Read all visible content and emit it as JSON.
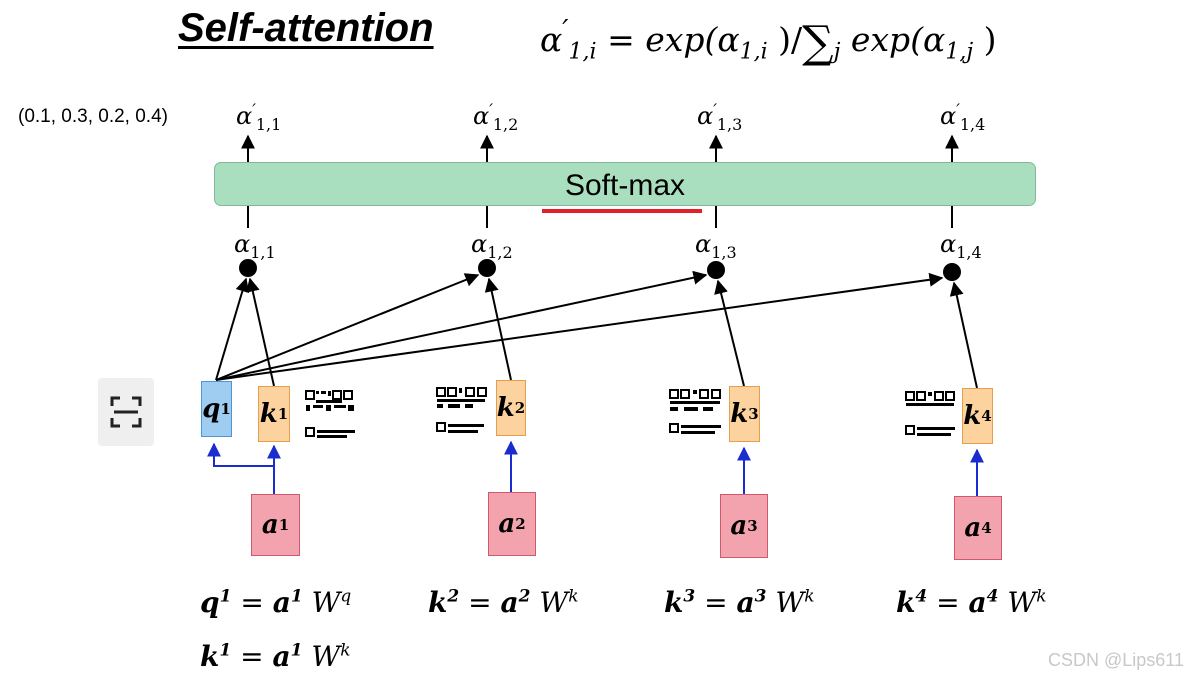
{
  "title": "Self-attention",
  "formula": {
    "lhs_base": "α",
    "lhs_prime": "′",
    "lhs_sub": "1,i",
    "eq": " = ",
    "exp1": "exp",
    "arg1": "(α",
    "arg1_sub": "1,i",
    "arg1_close": " )/",
    "sum": "∑",
    "sum_sub": "j",
    "exp2": " exp",
    "arg2": "(α",
    "arg2_sub": "1,j",
    "arg2_close": " )"
  },
  "output_vector": "(0.1, 0.3, 0.2, 0.4)",
  "softmax_label": "Soft-max",
  "outputs": [
    {
      "base": "α",
      "prime": "′",
      "sub": "1,1"
    },
    {
      "base": "α",
      "prime": "′",
      "sub": "1,2"
    },
    {
      "base": "α",
      "prime": "′",
      "sub": "1,3"
    },
    {
      "base": "α",
      "prime": "′",
      "sub": "1,4"
    }
  ],
  "scores": [
    {
      "base": "α",
      "sub": "1,1"
    },
    {
      "base": "α",
      "sub": "1,2"
    },
    {
      "base": "α",
      "sub": "1,3"
    },
    {
      "base": "α",
      "sub": "1,4"
    }
  ],
  "query": {
    "base": "q",
    "sup": "1"
  },
  "keys": [
    {
      "base": "k",
      "sup": "1"
    },
    {
      "base": "k",
      "sup": "2"
    },
    {
      "base": "k",
      "sup": "3"
    },
    {
      "base": "k",
      "sup": "4"
    }
  ],
  "inputs": [
    {
      "base": "a",
      "sup": "1"
    },
    {
      "base": "a",
      "sup": "2"
    },
    {
      "base": "a",
      "sup": "3"
    },
    {
      "base": "a",
      "sup": "4"
    }
  ],
  "equations": [
    {
      "lhs": "q",
      "lhs_sup": "1",
      "eq": " = ",
      "rhs": "a",
      "rhs_sup": "1",
      "w": " W",
      "w_sup": "q"
    },
    {
      "lhs": "k",
      "lhs_sup": "2",
      "eq": " = ",
      "rhs": "a",
      "rhs_sup": "2",
      "w": " W",
      "w_sup": "k"
    },
    {
      "lhs": "k",
      "lhs_sup": "3",
      "eq": " = ",
      "rhs": "a",
      "rhs_sup": "3",
      "w": " W",
      "w_sup": "k"
    },
    {
      "lhs": "k",
      "lhs_sup": "4",
      "eq": " = ",
      "rhs": "a",
      "rhs_sup": "4",
      "w": " W",
      "w_sup": "k"
    },
    {
      "lhs": "k",
      "lhs_sup": "1",
      "eq": " = ",
      "rhs": "a",
      "rhs_sup": "1",
      "w": " W",
      "w_sup": "k"
    }
  ],
  "watermark": "CSDN @Lips611",
  "colors": {
    "softmax_fill": "#a9dfbf",
    "query_fill": "#9fcdf1",
    "key_fill": "#fcd39f",
    "input_fill": "#f3a3ae",
    "blue_arrow": "#1a2ccf",
    "red_underline": "#e0202a"
  },
  "icons": [
    "scan-icon",
    "qr-code-icon"
  ]
}
